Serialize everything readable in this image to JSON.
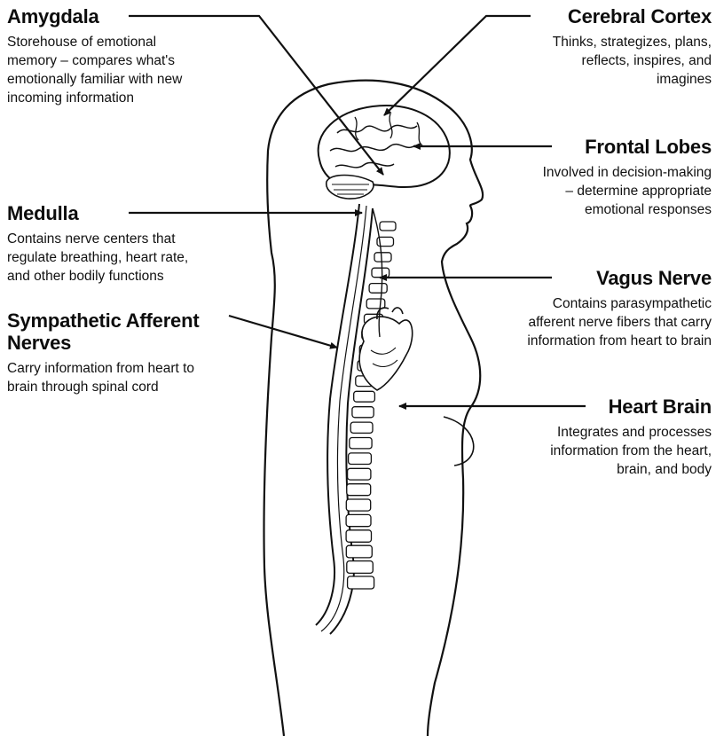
{
  "labels": {
    "amygdala": {
      "title": "Amygdala",
      "desc": "Storehouse of emotional\nmemory – compares what's\nemotionally familiar with new\nincoming information"
    },
    "medulla": {
      "title": "Medulla",
      "desc": "Contains nerve centers that\nregulate breathing, heart rate,\nand other bodily functions"
    },
    "sympathetic": {
      "title": "Sympathetic Afferent\nNerves",
      "desc": "Carry information from heart to\nbrain through spinal cord"
    },
    "cortex": {
      "title": "Cerebral Cortex",
      "desc": "Thinks, strategizes, plans,\nreflects, inspires, and\nimagines"
    },
    "frontal": {
      "title": "Frontal Lobes",
      "desc": "Involved in decision-making\n– determine appropriate\nemotional responses"
    },
    "vagus": {
      "title": "Vagus Nerve",
      "desc": "Contains parasympathetic\nafferent nerve fibers that carry\ninformation from heart to brain"
    },
    "heartbrain": {
      "title": "Heart Brain",
      "desc": "Integrates and processes\ninformation from the heart,\nbrain, and body"
    }
  },
  "colors": {
    "ink": "#111111",
    "background": "#ffffff"
  }
}
